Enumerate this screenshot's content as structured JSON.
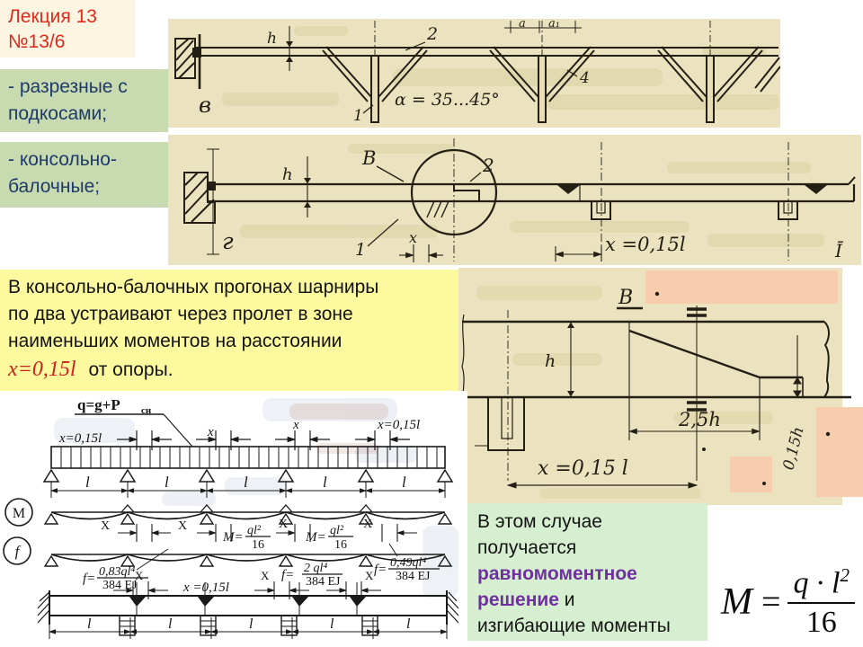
{
  "title": {
    "line1": "Лекция 13",
    "line2": "№13/6"
  },
  "bullets": [
    {
      "l1": "- разрезные с",
      "l2": "подкосами;"
    },
    {
      "l1": "- консольно-",
      "l2": "балочные;"
    }
  ],
  "yellow_note": {
    "l1": "В консольно-балочных прогонах шарниры",
    "l2": "по два устраивают через пролет в зоне",
    "l3": "наименьших моментов на расстоянии",
    "formula": "x=0,15l",
    "after": "от опоры."
  },
  "green_note": {
    "l1": "В этом случае",
    "l2": "получается",
    "purple1": "равномоментное",
    "purple2": "решение",
    "and": " и",
    "l3": "изгибающие моменты"
  },
  "formula": {
    "lhs": "M",
    "eq": "=",
    "num": "q · l",
    "sup": "2",
    "den": "16"
  },
  "top_drawing": {
    "v": "в",
    "h": "h",
    "n1": "1",
    "n2": "2",
    "n4": "4",
    "alpha": "α = 35...45°",
    "a": "a",
    "a1": "a₁"
  },
  "mid_drawing": {
    "g": "г",
    "h": "h",
    "b": "В",
    "n1": "1",
    "n2": "2",
    "x": "x",
    "x015": "x =0,15l",
    "axis": "Ī"
  },
  "detail_drawing": {
    "b": "В",
    "h": "h",
    "d25": "2,5h",
    "d015": "0,15h",
    "x015": "x =0,15 l"
  },
  "diagram": {
    "load": "q=g+P",
    "load_sub": "сн",
    "x015l": "x=0,15l",
    "x": "x",
    "span": "l",
    "m": "М",
    "f": "f",
    "meq": "М=",
    "mnum": "ql²",
    "mden": "16",
    "feq": "f=",
    "f1num": "0,83ql⁴",
    "f1den": "384 EJ",
    "f2num": "2 ql⁴",
    "f2den": "384 EJ",
    "f3num": "0,49ql⁴",
    "f3den": "384 EJ",
    "x015b": "x =0,15l",
    "x_cap": "X"
  }
}
